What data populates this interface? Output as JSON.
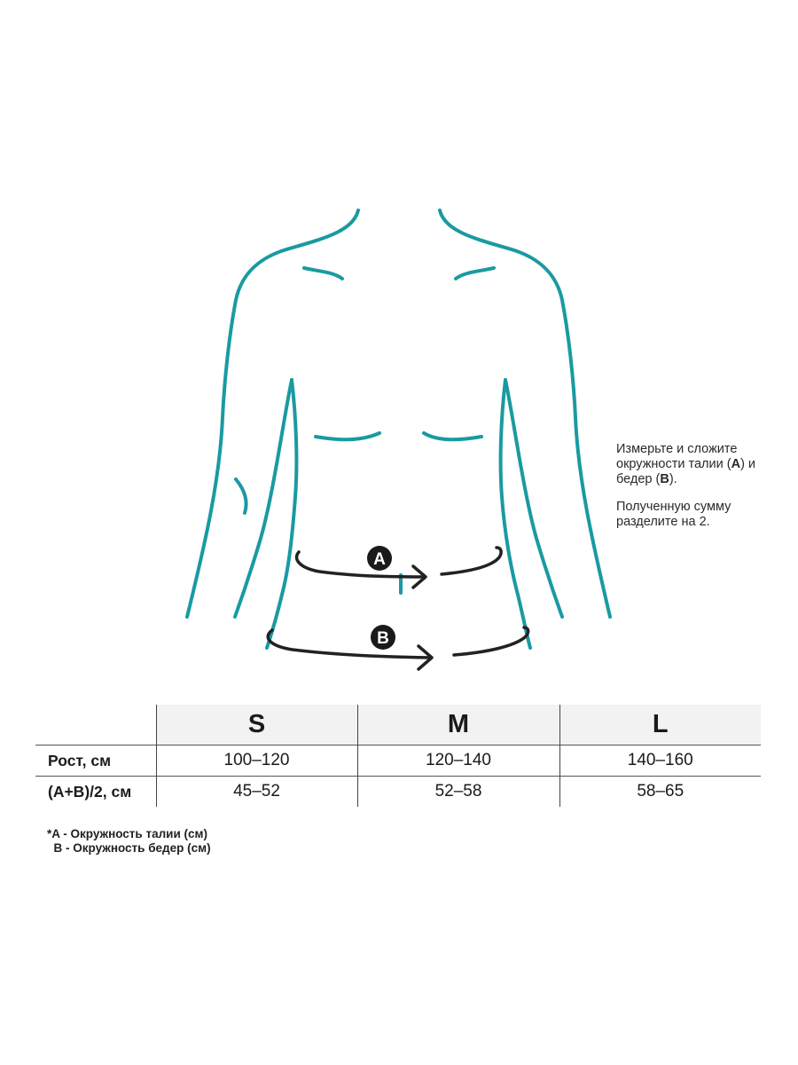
{
  "colors": {
    "outline": "#1a9aa1",
    "band": "#222222",
    "header_bg": "#f2f2f2"
  },
  "diagram": {
    "label_a": "A",
    "label_b": "B"
  },
  "note": {
    "line1_pre": "Измерьте и сложите окружности талии (",
    "line1_a": "A",
    "line1_mid": ") и бедер (",
    "line1_b": "B",
    "line1_post": ").",
    "line2": "Полученную сумму разделите на 2."
  },
  "table": {
    "sizes": [
      "S",
      "M",
      "L"
    ],
    "rows": [
      {
        "label": "Рост, см",
        "values": [
          "100–120",
          "120–140",
          "140–160"
        ]
      },
      {
        "label": "(A+B)/2, см",
        "values": [
          "45–52",
          "52–58",
          "58–65"
        ]
      }
    ]
  },
  "footnote": {
    "a": "*A - Окружность талии (см)",
    "b": "  B - Окружность бедер (см)"
  }
}
